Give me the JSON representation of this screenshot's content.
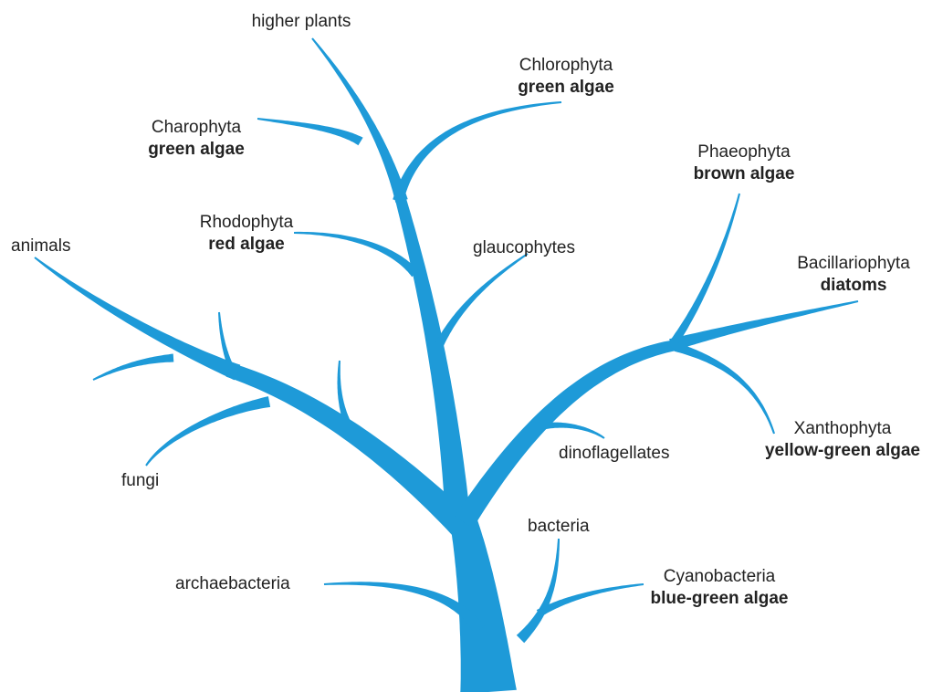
{
  "colors": {
    "branch": "#1e9ad8",
    "text": "#222222",
    "background": "#ffffff"
  },
  "labels": {
    "higher_plants": {
      "name": "higher plants"
    },
    "chlorophyta": {
      "name": "Chlorophyta",
      "common": "green algae"
    },
    "charophyta": {
      "name": "Charophyta",
      "common": "green algae"
    },
    "phaeophyta": {
      "name": "Phaeophyta",
      "common": "brown algae"
    },
    "rhodophyta": {
      "name": "Rhodophyta",
      "common": "red algae"
    },
    "animals": {
      "name": "animals"
    },
    "glaucophytes": {
      "name": "glaucophytes"
    },
    "bacillariophyta": {
      "name": "Bacillariophyta",
      "common": "diatoms"
    },
    "xanthophyta": {
      "name": "Xanthophyta",
      "common": "yellow-green algae"
    },
    "dinoflagellates": {
      "name": "dinoflagellates"
    },
    "fungi": {
      "name": "fungi"
    },
    "bacteria": {
      "name": "bacteria"
    },
    "cyanobacteria": {
      "name": "Cyanobacteria",
      "common": "blue-green algae"
    },
    "archaebacteria": {
      "name": "archaebacteria"
    }
  }
}
